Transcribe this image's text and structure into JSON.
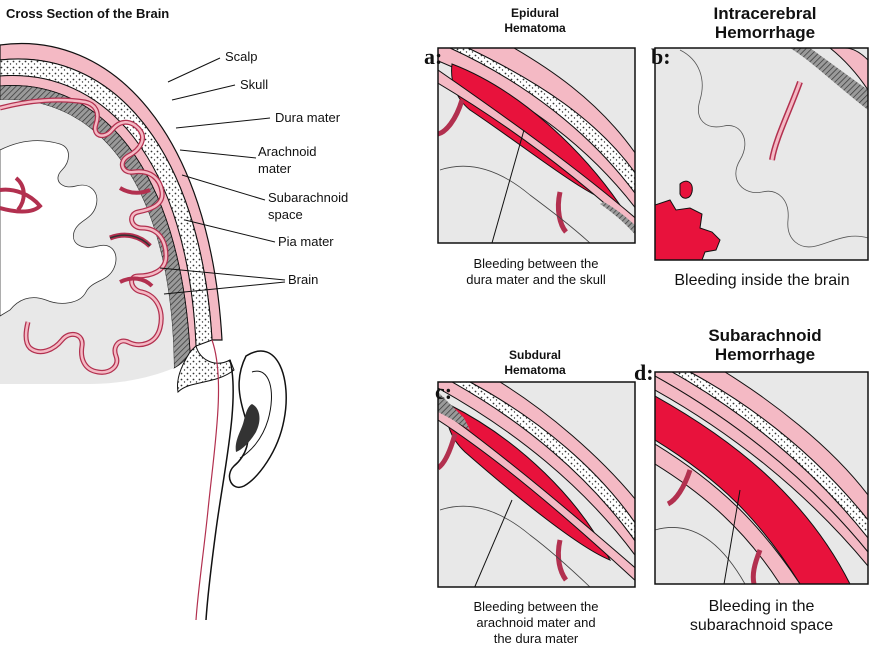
{
  "title": "Cross Section of the Brain",
  "labels": {
    "scalp": "Scalp",
    "skull": "Skull",
    "dura": "Dura mater",
    "arachnoid_1": "Arachnoid",
    "arachnoid_2": "mater",
    "subarachnoid_1": "Subarachnoid",
    "subarachnoid_2": "space",
    "pia": "Pia mater",
    "brain": "Brain"
  },
  "panels": {
    "a": {
      "letter": "a:",
      "title_1": "Epidural",
      "title_2": "Hematoma",
      "caption_1": "Bleeding between the",
      "caption_2": "dura mater and the skull"
    },
    "b": {
      "letter": "b:",
      "title_1": "Intracerebral",
      "title_2": "Hemorrhage",
      "caption_1": "Bleeding inside the brain"
    },
    "c": {
      "letter": "c:",
      "title_1": "Subdural",
      "title_2": "Hematoma",
      "caption_1": "Bleeding between the",
      "caption_2": "arachnoid mater and",
      "caption_3": "the dura mater"
    },
    "d": {
      "letter": "d:",
      "title_1": "Subarachnoid",
      "title_2": "Hemorrhage",
      "caption_1": "Bleeding in the",
      "caption_2": "subarachnoid space"
    }
  },
  "colors": {
    "blood": "#e8123c",
    "tissue_pink": "#f4b9c4",
    "vessel_stroke": "#b2304f",
    "brain_fill": "#e8e8e8",
    "outline": "#111111"
  }
}
